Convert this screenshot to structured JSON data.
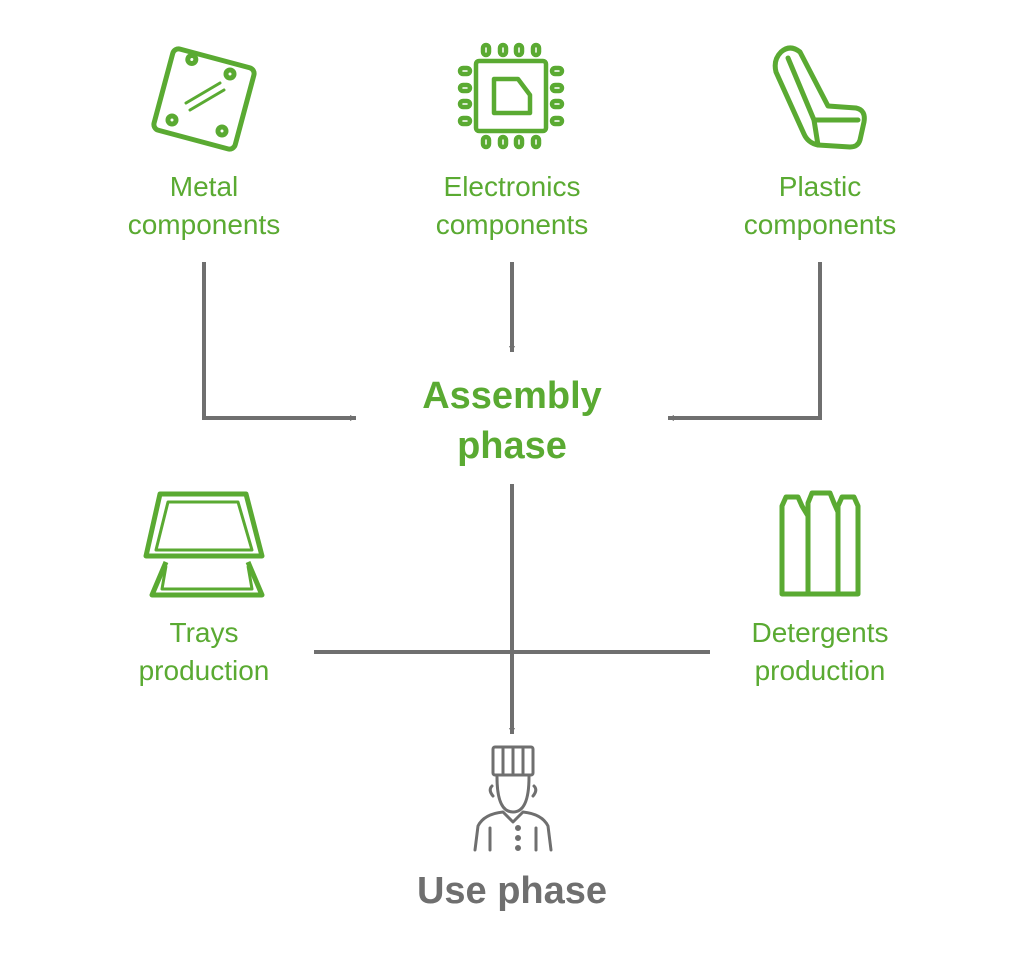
{
  "diagram": {
    "sources": [
      {
        "id": "metal",
        "line1": "Metal",
        "line2": "components",
        "icon": "metal-plate-icon"
      },
      {
        "id": "electronics",
        "line1": "Electronics",
        "line2": "components",
        "icon": "microchip-icon"
      },
      {
        "id": "plastic",
        "line1": "Plastic",
        "line2": "components",
        "icon": "plastic-seat-icon"
      }
    ],
    "center": {
      "line1": "Assembly",
      "line2": "phase"
    },
    "side_inputs": [
      {
        "id": "trays",
        "line1": "Trays",
        "line2": "production",
        "icon": "stacked-trays-icon"
      },
      {
        "id": "detergents",
        "line1": "Detergents",
        "line2": "production",
        "icon": "detergent-bottles-icon"
      }
    ],
    "end": {
      "label": "Use phase",
      "icon": "chef-icon"
    },
    "colors": {
      "accent_green": "#5aaa32",
      "arrow_gray": "#6f6f6f",
      "background": "#ffffff"
    }
  }
}
